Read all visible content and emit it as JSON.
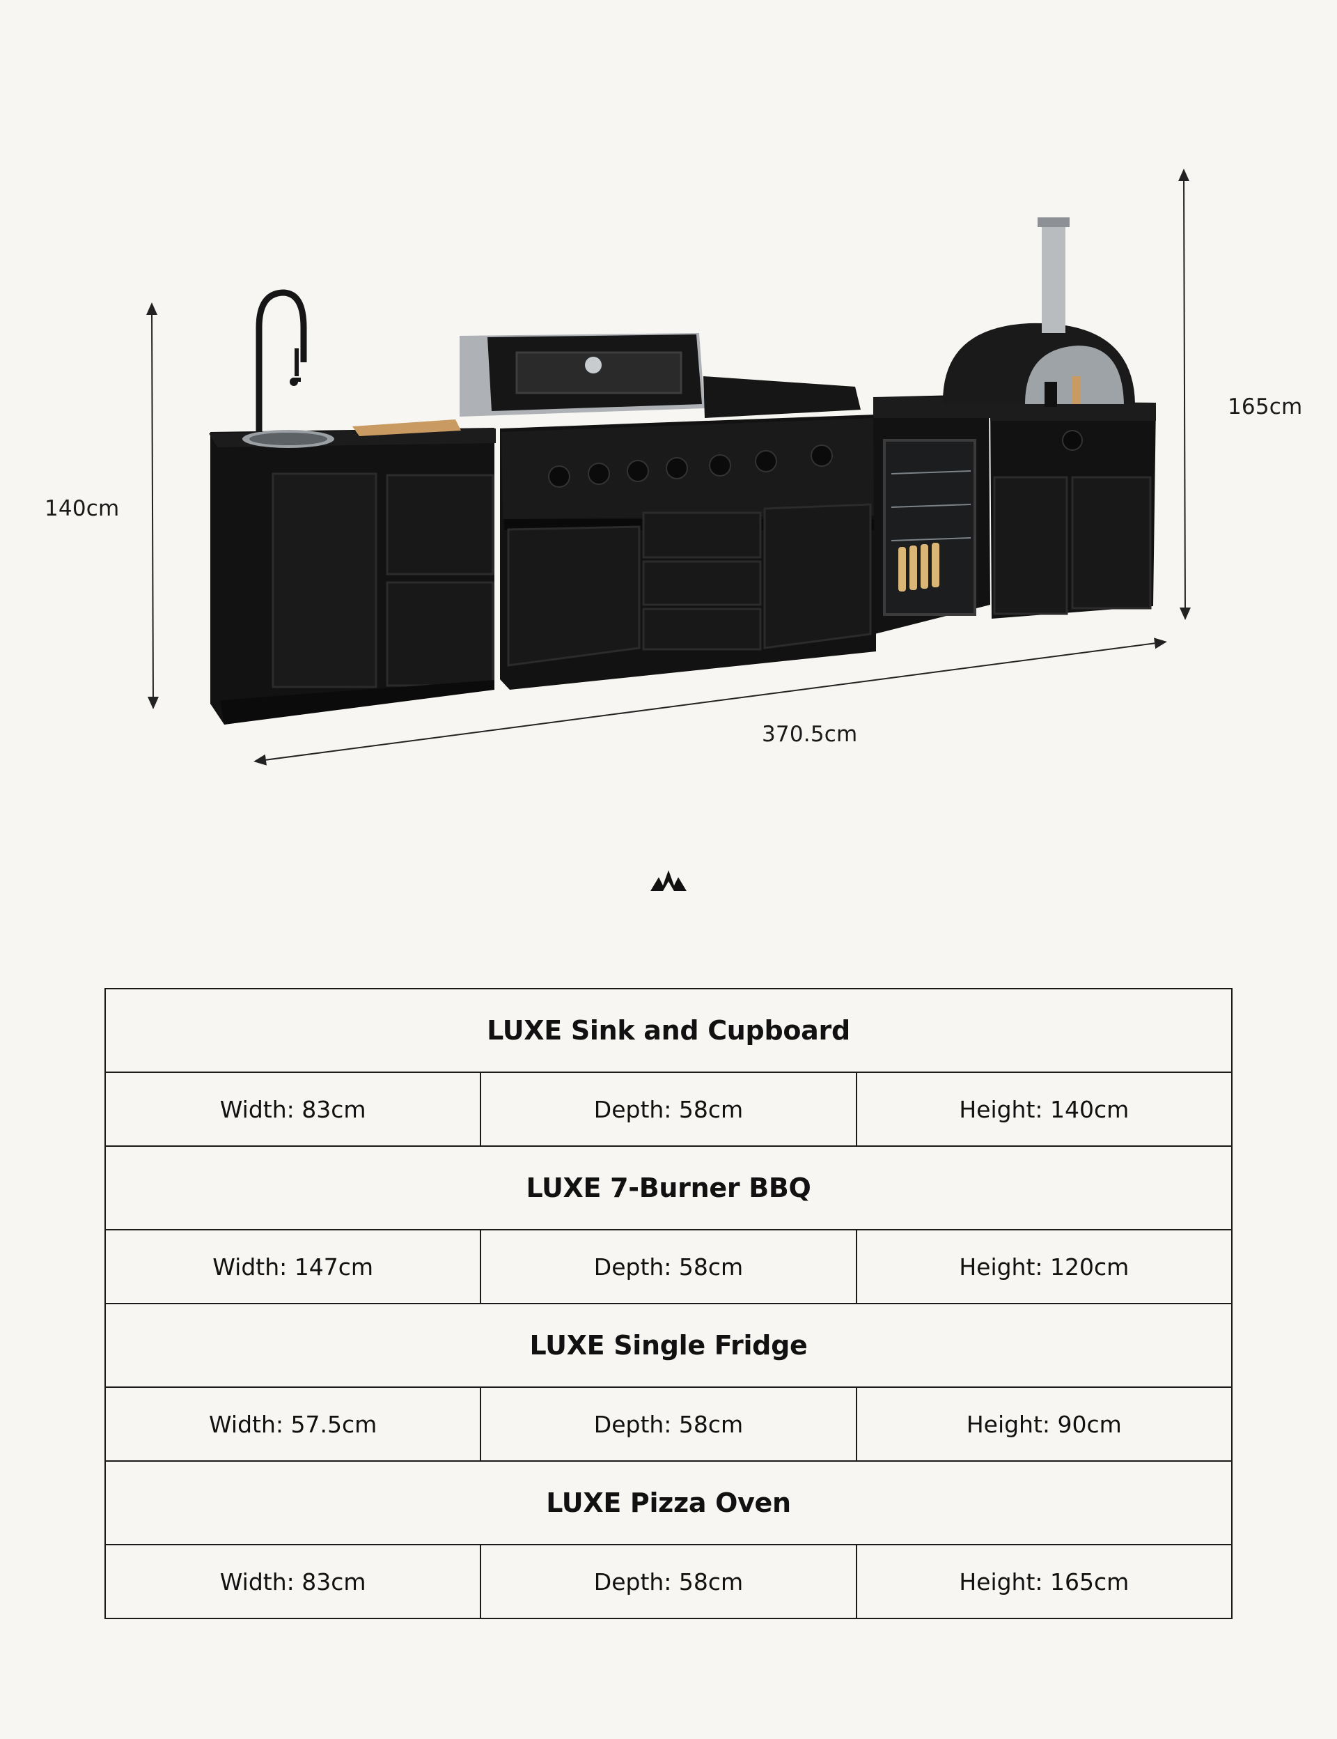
{
  "dimensions": {
    "left_height": "140cm",
    "right_height": "165cm",
    "total_width": "370.5cm"
  },
  "brand_icon": "crown-icon",
  "colors": {
    "background": "#f7f6f2",
    "cabinet": "#141414",
    "steel": "#b9bcbf",
    "wood": "#c99a62"
  },
  "specs": [
    {
      "name": "LUXE Sink and Cupboard",
      "width": "Width: 83cm",
      "depth": "Depth: 58cm",
      "height": "Height: 140cm"
    },
    {
      "name": "LUXE 7-Burner BBQ",
      "width": "Width: 147cm",
      "depth": "Depth: 58cm",
      "height": "Height: 120cm"
    },
    {
      "name": "LUXE Single Fridge",
      "width": "Width: 57.5cm",
      "depth": "Depth: 58cm",
      "height": "Height: 90cm"
    },
    {
      "name": "LUXE Pizza Oven",
      "width": "Width: 83cm",
      "depth": "Depth: 58cm",
      "height": "Height: 165cm"
    }
  ]
}
